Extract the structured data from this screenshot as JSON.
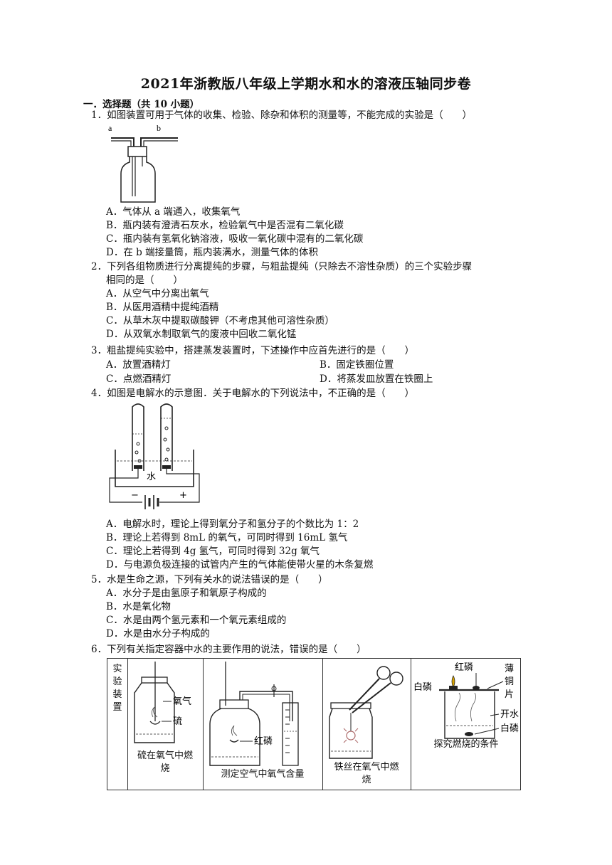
{
  "title": "2021年浙教版八年级上学期水和水的溶液压轴同步卷",
  "section": "一．选择题（共 10 小题）",
  "questions": [
    {
      "stem": "1．如图装置可用于气体的收集、检验、除杂和体积的测量等，不能完成的实验是（　　）",
      "labels": {
        "a": "a",
        "b": "b"
      },
      "options": [
        "A．气体从 a 端通入，收集氧气",
        "B．瓶内装有澄清石灰水，检验氧气中是否混有二氧化碳",
        "C．瓶内装有氢氧化钠溶液，吸收一氧化碳中混有的二氧化碳",
        "D．在 b 端接量筒，瓶内装满水，测量气体的体积"
      ]
    },
    {
      "stem": "2．下列各组物质进行分离提纯的步骤，与粗盐提纯（只除去不溶性杂质）的三个实验步骤",
      "stem2": "相同的是（　　）",
      "options": [
        "A．从空气中分离出氧气",
        "B．从医用酒精中提纯酒精",
        "C．从草木灰中提取碳酸钾（不考虑其他可溶性杂质）",
        "D．从双氧水制取氧气的废液中回收二氧化锰"
      ]
    },
    {
      "stem": "3．粗盐提纯实验中，搭建蒸发装置时，下述操作中应首先进行的是（　　）",
      "options": [
        "A．放置酒精灯",
        "B．固定铁圈位置",
        "C．点燃酒精灯",
        "D．将蒸发皿放置在铁圈上"
      ]
    },
    {
      "stem": "4．如图是电解水的示意图．关于电解水的下列说法中，不正确的是（　　）",
      "labels": {
        "water": "水",
        "minus": "−",
        "plus": "+"
      },
      "options": [
        "A．电解水时，理论上得到氧分子和氢分子的个数比为 1：2",
        "B．理论上若得到 8mL 的氧气，可同时得到 16mL 氢气",
        "C．理论上若得到 4g 氢气，可同时得到 32g 氧气",
        "D．与电源负极连接的试管内产生的气体能使带火星的木条复燃"
      ]
    },
    {
      "stem": "5．水是生命之源，下列有关水的说法错误的是（　　）",
      "options": [
        "A．水分子是由氢原子和氧原子构成的",
        "B．水是氧化物",
        "C．水是由两个氢元素和一个氧元素组成的",
        "D．水是由水分子构成的"
      ]
    },
    {
      "stem": "6．下列有关指定容器中水的主要作用的说法，错误的是（　　）"
    }
  ],
  "table": {
    "header": [
      "实",
      "验",
      "装",
      "置"
    ],
    "cells": [
      {
        "labels": [
          "氧气",
          "硫"
        ],
        "caption": [
          "硫在氧气中燃",
          "烧"
        ]
      },
      {
        "labels": [
          "红磷"
        ],
        "caption": [
          "测定空气中氧气含量"
        ]
      },
      {
        "labels": [],
        "caption": [
          "铁丝在氧气中燃",
          "烧"
        ]
      },
      {
        "labels": [
          "红磷",
          "白磷",
          "薄",
          "铜",
          "片",
          "开水",
          "白磷"
        ],
        "caption": [
          "探究燃烧的条件"
        ]
      }
    ]
  }
}
